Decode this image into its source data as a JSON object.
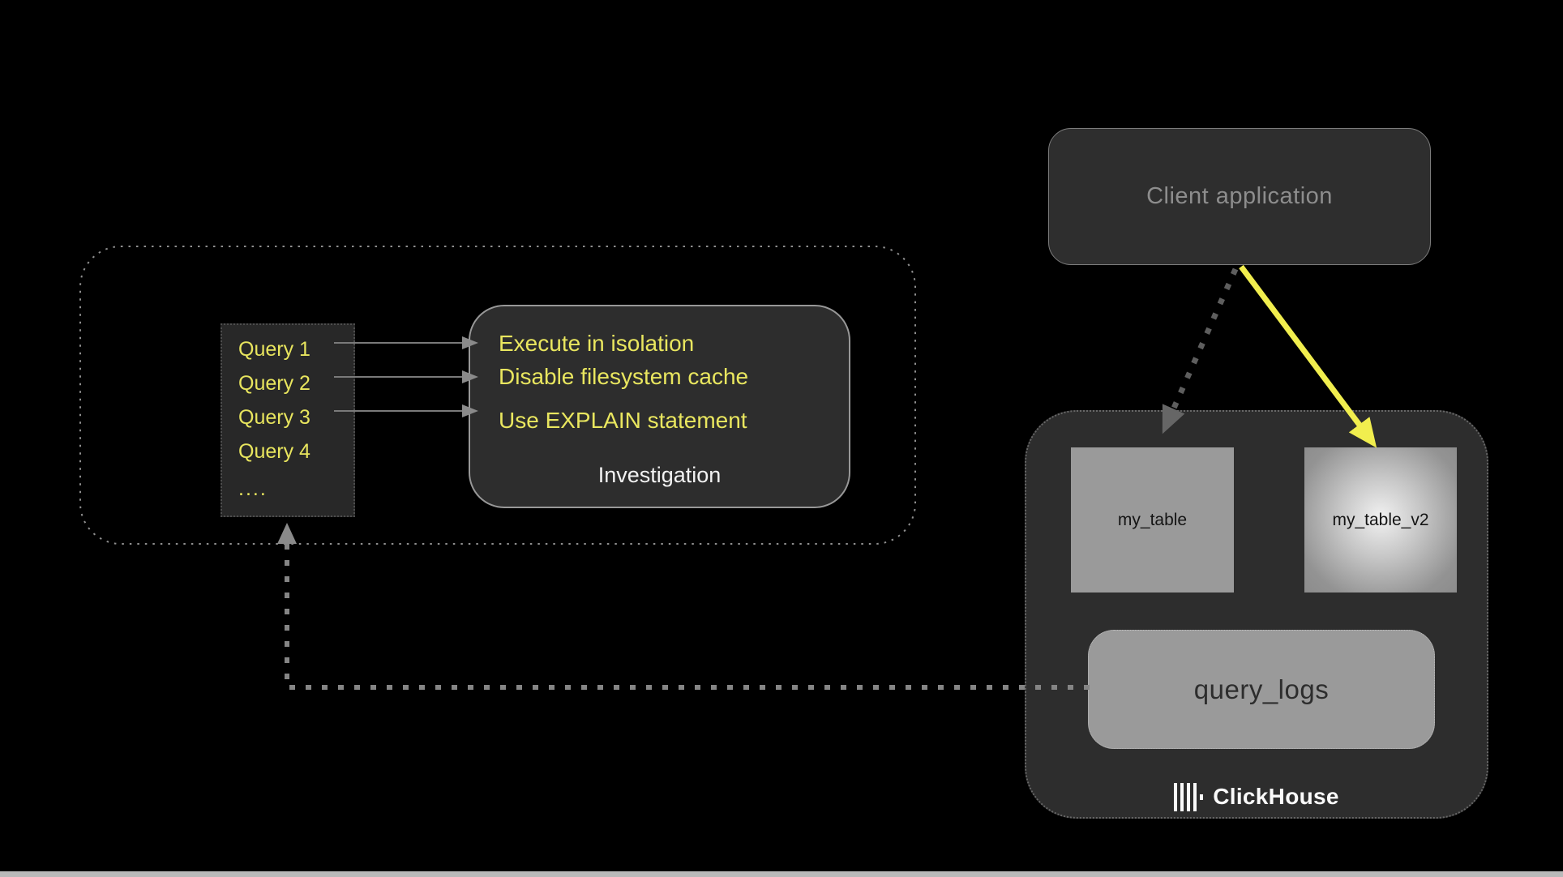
{
  "colors": {
    "background": "#000000",
    "panel_fill": "#2d2d2d",
    "text_yellow": "#e9e65f",
    "arrow_yellow": "#f1ee4e",
    "table_gray": "#9a9a9a",
    "muted_text": "#8d8d8d"
  },
  "client_box": {
    "label": "Client application"
  },
  "investigation_group": {
    "query_list": {
      "items": [
        "Query 1",
        "Query 2",
        "Query 3",
        "Query 4",
        "...."
      ]
    },
    "investigation_box": {
      "tips": [
        "Execute in isolation",
        "Disable filesystem cache",
        "Use EXPLAIN statement"
      ],
      "label": "Investigation"
    }
  },
  "clickhouse_box": {
    "tables": {
      "primary": "my_table",
      "secondary": "my_table_v2"
    },
    "logs_label": "query_logs",
    "brand": "ClickHouse"
  }
}
